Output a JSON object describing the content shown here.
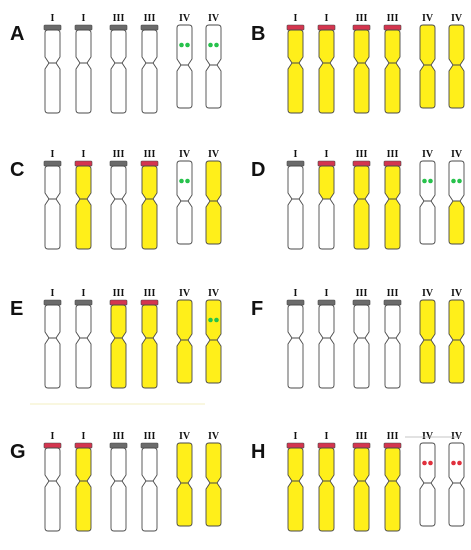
{
  "colors": {
    "yellow": "#ffef1a",
    "red": "#d4354f",
    "gray": "#6b6b6b",
    "green": "#27c24c",
    "spot_red": "#e0303d",
    "outline": "#4a4a4a",
    "white": "#ffffff"
  },
  "panels": [
    {
      "letter": "A",
      "chromosomes": [
        {
          "label": "I",
          "band": "gray",
          "upper": "white",
          "lower": "white"
        },
        {
          "label": "I",
          "band": "gray",
          "upper": "white",
          "lower": "white"
        },
        {
          "label": "III",
          "band": "gray",
          "upper": "white",
          "lower": "white"
        },
        {
          "label": "III",
          "band": "gray",
          "upper": "white",
          "lower": "white"
        },
        {
          "label": "IV",
          "band": "none",
          "upper": "white",
          "lower": "white",
          "spots": "green"
        },
        {
          "label": "IV",
          "band": "none",
          "upper": "white",
          "lower": "white",
          "spots": "green"
        }
      ]
    },
    {
      "letter": "B",
      "chromosomes": [
        {
          "label": "I",
          "band": "red",
          "upper": "yellow",
          "lower": "yellow"
        },
        {
          "label": "I",
          "band": "red",
          "upper": "yellow",
          "lower": "yellow"
        },
        {
          "label": "III",
          "band": "red",
          "upper": "yellow",
          "lower": "yellow"
        },
        {
          "label": "III",
          "band": "red",
          "upper": "yellow",
          "lower": "yellow"
        },
        {
          "label": "IV",
          "band": "none",
          "upper": "yellow",
          "lower": "yellow"
        },
        {
          "label": "IV",
          "band": "none",
          "upper": "yellow",
          "lower": "yellow"
        }
      ]
    },
    {
      "letter": "C",
      "chromosomes": [
        {
          "label": "I",
          "band": "gray",
          "upper": "white",
          "lower": "white"
        },
        {
          "label": "I",
          "band": "red",
          "upper": "yellow",
          "lower": "yellow"
        },
        {
          "label": "III",
          "band": "gray",
          "upper": "white",
          "lower": "white"
        },
        {
          "label": "III",
          "band": "red",
          "upper": "yellow",
          "lower": "yellow"
        },
        {
          "label": "IV",
          "band": "none",
          "upper": "white",
          "lower": "white",
          "spots": "green"
        },
        {
          "label": "IV",
          "band": "none",
          "upper": "yellow",
          "lower": "yellow"
        }
      ]
    },
    {
      "letter": "D",
      "chromosomes": [
        {
          "label": "I",
          "band": "gray",
          "upper": "white",
          "lower": "white"
        },
        {
          "label": "I",
          "band": "red",
          "upper": "yellow",
          "lower": "white"
        },
        {
          "label": "III",
          "band": "red",
          "upper": "yellow",
          "lower": "yellow"
        },
        {
          "label": "III",
          "band": "red",
          "upper": "yellow",
          "lower": "yellow"
        },
        {
          "label": "IV",
          "band": "none",
          "upper": "white",
          "lower": "white",
          "spots": "green"
        },
        {
          "label": "IV",
          "band": "none",
          "upper": "white",
          "lower": "yellow",
          "spots": "green"
        }
      ]
    },
    {
      "letter": "E",
      "chromosomes": [
        {
          "label": "I",
          "band": "gray",
          "upper": "white",
          "lower": "white"
        },
        {
          "label": "I",
          "band": "gray",
          "upper": "white",
          "lower": "white"
        },
        {
          "label": "III",
          "band": "red",
          "upper": "yellow",
          "lower": "yellow"
        },
        {
          "label": "III",
          "band": "red",
          "upper": "yellow",
          "lower": "yellow"
        },
        {
          "label": "IV",
          "band": "none",
          "upper": "yellow",
          "lower": "yellow"
        },
        {
          "label": "IV",
          "band": "none",
          "upper": "yellow",
          "lower": "yellow",
          "spots": "green"
        }
      ]
    },
    {
      "letter": "F",
      "chromosomes": [
        {
          "label": "I",
          "band": "gray",
          "upper": "white",
          "lower": "white"
        },
        {
          "label": "I",
          "band": "gray",
          "upper": "white",
          "lower": "white"
        },
        {
          "label": "III",
          "band": "gray",
          "upper": "white",
          "lower": "white"
        },
        {
          "label": "III",
          "band": "gray",
          "upper": "white",
          "lower": "white"
        },
        {
          "label": "IV",
          "band": "none",
          "upper": "yellow",
          "lower": "yellow"
        },
        {
          "label": "IV",
          "band": "none",
          "upper": "yellow",
          "lower": "yellow"
        }
      ]
    },
    {
      "letter": "G",
      "chromosomes": [
        {
          "label": "I",
          "band": "red",
          "upper": "white",
          "lower": "white"
        },
        {
          "label": "I",
          "band": "red",
          "upper": "yellow",
          "lower": "yellow"
        },
        {
          "label": "III",
          "band": "gray",
          "upper": "white",
          "lower": "white"
        },
        {
          "label": "III",
          "band": "gray",
          "upper": "white",
          "lower": "white"
        },
        {
          "label": "IV",
          "band": "none",
          "upper": "yellow",
          "lower": "yellow"
        },
        {
          "label": "IV",
          "band": "none",
          "upper": "yellow",
          "lower": "yellow"
        }
      ]
    },
    {
      "letter": "H",
      "chromosomes": [
        {
          "label": "I",
          "band": "red",
          "upper": "yellow",
          "lower": "yellow"
        },
        {
          "label": "I",
          "band": "red",
          "upper": "yellow",
          "lower": "yellow"
        },
        {
          "label": "III",
          "band": "red",
          "upper": "yellow",
          "lower": "yellow"
        },
        {
          "label": "III",
          "band": "red",
          "upper": "yellow",
          "lower": "yellow"
        },
        {
          "label": "IV",
          "band": "none",
          "upper": "white",
          "lower": "white",
          "spots": "red"
        },
        {
          "label": "IV",
          "band": "none",
          "upper": "white",
          "lower": "white",
          "spots": "red"
        }
      ]
    }
  ]
}
